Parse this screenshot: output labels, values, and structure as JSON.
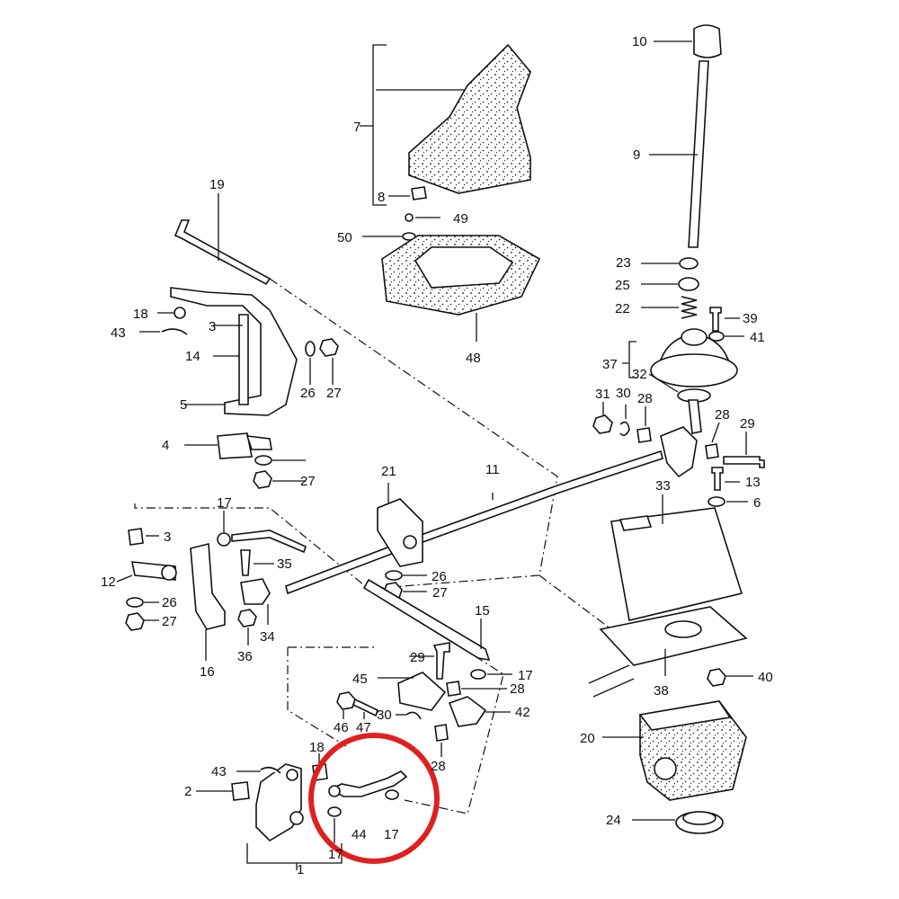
{
  "diagram": {
    "highlight_color": "#e02020",
    "callouts": [
      "1",
      "2",
      "3",
      "3",
      "4",
      "5",
      "6",
      "7",
      "8",
      "9",
      "10",
      "11",
      "12",
      "13",
      "14",
      "15",
      "16",
      "17",
      "17",
      "17",
      "17",
      "18",
      "18",
      "19",
      "20",
      "21",
      "22",
      "23",
      "24",
      "25",
      "26",
      "26",
      "26",
      "27",
      "27",
      "27",
      "27",
      "28",
      "28",
      "28",
      "28",
      "29",
      "29",
      "30",
      "30",
      "31",
      "32",
      "33",
      "34",
      "35",
      "36",
      "37",
      "38",
      "39",
      "40",
      "41",
      "42",
      "43",
      "43",
      "44",
      "45",
      "46",
      "47",
      "48",
      "49",
      "50"
    ]
  }
}
